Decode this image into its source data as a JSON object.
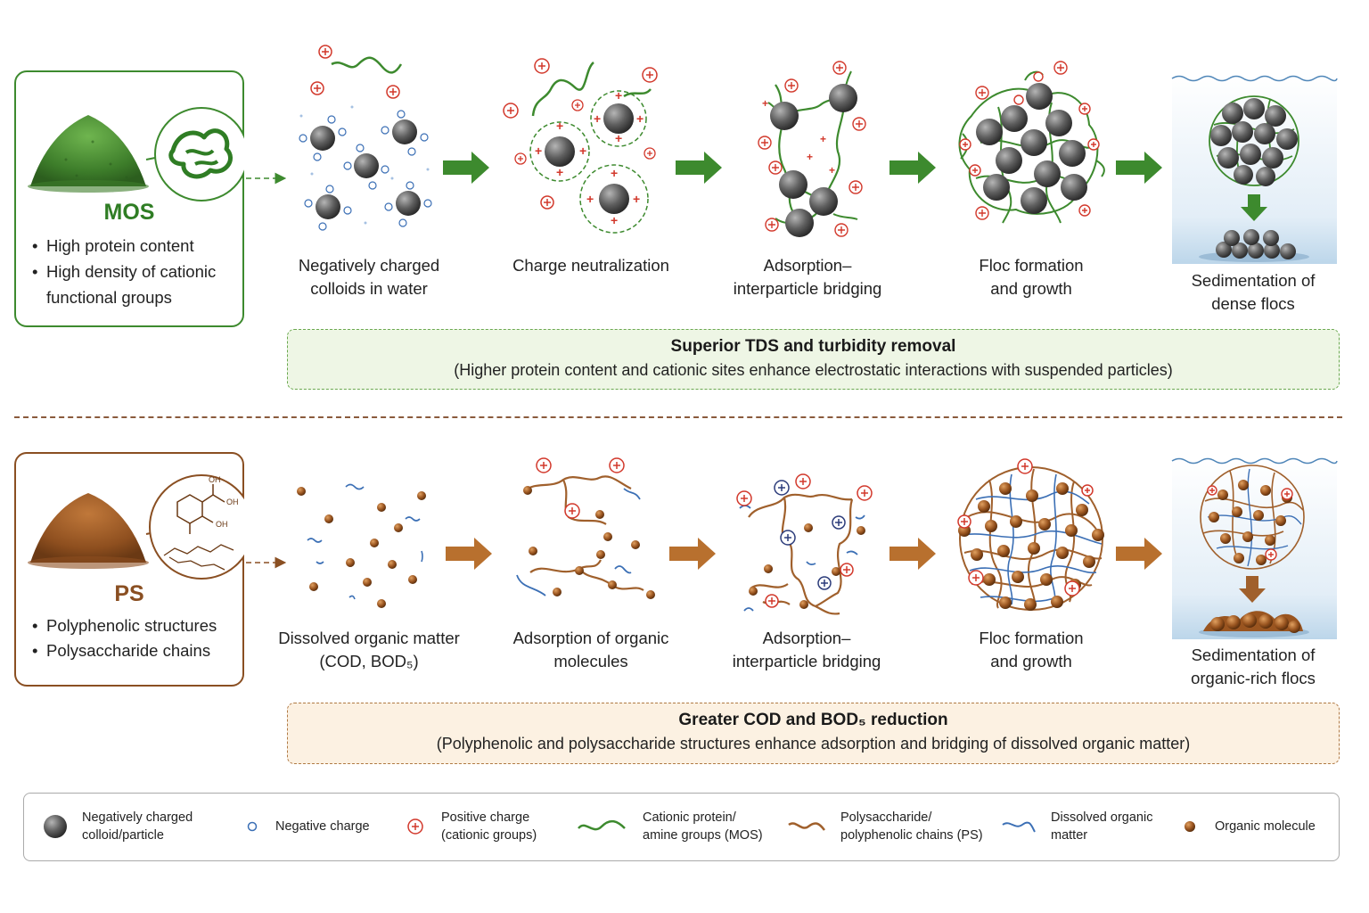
{
  "mos_panel": {
    "title": "MOS",
    "bullets": [
      "High protein content",
      "High density of cationic functional groups"
    ],
    "colors": {
      "accent": "#2f7d24",
      "powder": "#4e9a3a",
      "border": "#3d8a2e"
    }
  },
  "ps_panel": {
    "title": "PS",
    "bullets": [
      "Polyphenolic structures",
      "Polysaccharide chains"
    ],
    "colors": {
      "accent": "#8a4f22",
      "powder": "#a0602c",
      "border": "#8a4f22"
    }
  },
  "top_row": {
    "steps": [
      {
        "label": "Negatively charged\ncolloids in water"
      },
      {
        "label": "Charge neutralization"
      },
      {
        "label": "Adsorption–\ninterparticle bridging"
      },
      {
        "label": "Floc formation\nand growth"
      },
      {
        "label": "Sedimentation of\ndense flocs"
      }
    ],
    "summary_title": "Superior TDS and turbidity removal",
    "summary_text": "(Higher protein content and cationic sites enhance electrostatic interactions with suspended particles)"
  },
  "bottom_row": {
    "steps": [
      {
        "label": "Dissolved organic matter\n(COD, BOD₅)"
      },
      {
        "label": "Adsorption of organic\nmolecules"
      },
      {
        "label": "Adsorption–\ninterparticle bridging"
      },
      {
        "label": "Floc formation\nand growth"
      },
      {
        "label": "Sedimentation of\norganic-rich flocs"
      }
    ],
    "summary_title": "Greater COD and BOD₅ reduction",
    "summary_text": "(Polyphenolic and polysaccharide structures enhance adsorption and bridging of dissolved organic matter)"
  },
  "structure_labels": [
    "OH",
    "OH",
    "OH"
  ],
  "legend": [
    {
      "icon": "colloid-particle-icon",
      "label": "Negatively charged\ncolloid/particle"
    },
    {
      "icon": "negative-charge-icon",
      "label": "Negative charge"
    },
    {
      "icon": "positive-charge-icon",
      "label": "Positive charge\n(cationic groups)"
    },
    {
      "icon": "green-chain-icon",
      "label": "Cationic protein/\namine groups (MOS)"
    },
    {
      "icon": "brown-chain-icon",
      "label": "Polysaccharide/\npolyphenolic chains (PS)"
    },
    {
      "icon": "blue-chain-icon",
      "label": "Dissolved organic\nmatter"
    },
    {
      "icon": "organic-molecule-icon",
      "label": "Organic molecule"
    }
  ]
}
